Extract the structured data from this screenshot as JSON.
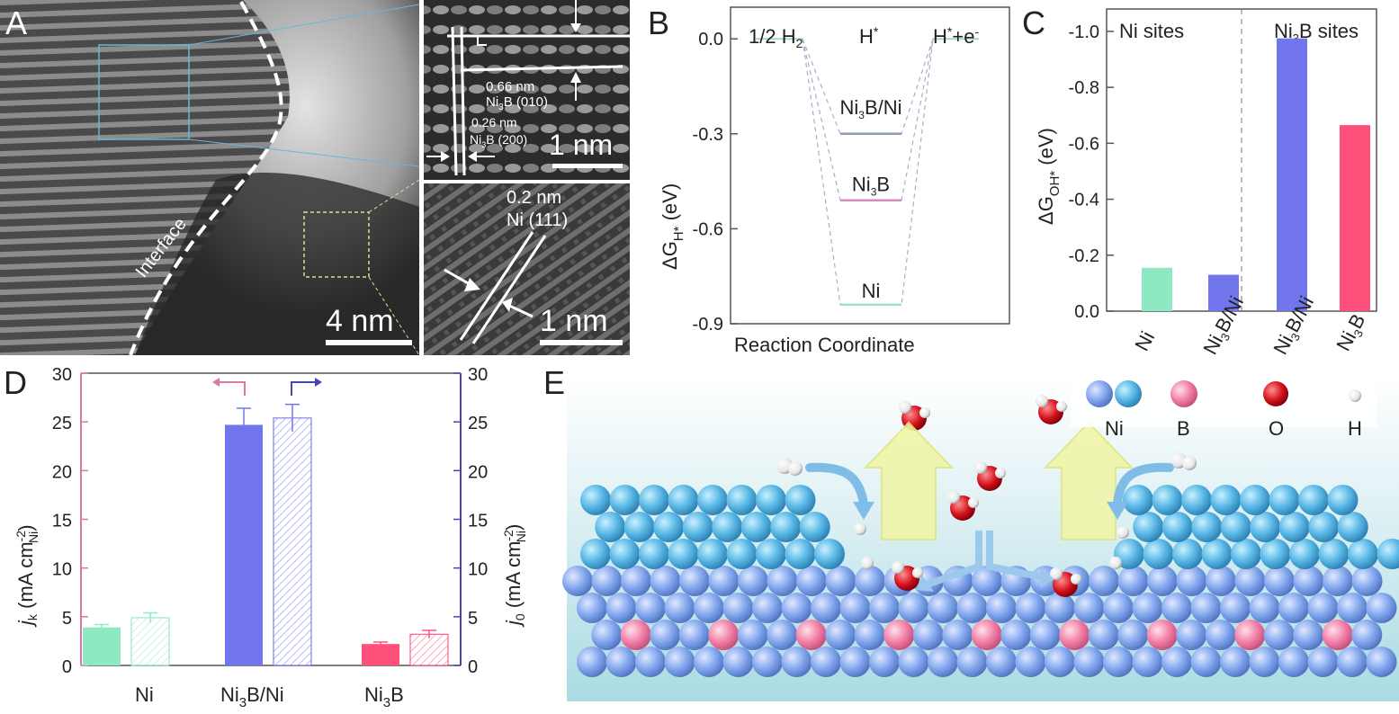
{
  "panel_labels": {
    "A": "A",
    "B": "B",
    "C": "C",
    "D": "D",
    "E": "E"
  },
  "panel_a": {
    "interface_label": "Interface",
    "scale_main": "4 nm",
    "scale_top": "1 nm",
    "scale_bottom": "1 nm",
    "d1": "0.66 nm",
    "d1_plane": "(010)",
    "d2": "0.26 nm",
    "d2_plane": "(200)",
    "d3": "0.2 nm",
    "d3_plane": "Ni (111)",
    "phase": "Ni₃B"
  },
  "chart_data": [
    {
      "panel": "B",
      "type": "line",
      "ylabel": "ΔG",
      "ylabel_sub": "H*",
      "ylabel_unit": " (eV)",
      "xlabel": "Reaction Coordinate",
      "ylim": [
        -0.9,
        0.1
      ],
      "yticks": [
        "0.0",
        "-0.3",
        "-0.6",
        "-0.9"
      ],
      "stage_labels": {
        "initial": "1/2 H",
        "initial_sub": "2",
        "middle": "H",
        "middle_sup": "*",
        "final": "H",
        "final_sup": "*",
        "final_tail": "+e",
        "final_tail_sup": "-"
      },
      "series": [
        {
          "name": "Ni₃B/Ni",
          "values": [
            0.0,
            -0.3,
            0.0
          ],
          "color": "#8e9bb6"
        },
        {
          "name": "Ni₃B",
          "values": [
            0.0,
            -0.51,
            0.0
          ],
          "color": "#d68bb8"
        },
        {
          "name": "Ni",
          "values": [
            0.0,
            -0.84,
            0.0
          ],
          "color": "#9fe0cf"
        }
      ]
    },
    {
      "panel": "C",
      "type": "bar",
      "ylabel": "ΔG",
      "ylabel_sub": "OH*",
      "ylabel_unit": " (eV)",
      "ylim": [
        0.0,
        -1.08
      ],
      "yticks": [
        "0.0",
        "-0.2",
        "-0.4",
        "-0.6",
        "-0.8",
        "-1.0"
      ],
      "region_labels": [
        "Ni sites",
        "Ni₃B sites"
      ],
      "categories": [
        "Ni",
        "Ni₃B/Ni",
        "Ni₃B/Ni",
        "Ni₃B"
      ],
      "values": [
        -0.155,
        -0.13,
        -0.975,
        -0.665
      ],
      "colors": [
        "#8ee8c2",
        "#7176ec",
        "#7176ec",
        "#ff507c"
      ]
    },
    {
      "panel": "D",
      "type": "bar",
      "ylabel_left": "jk (mA cm⁻²Ni)",
      "ylabel_right": "j0 (mA cm⁻²Ni)",
      "ylim": [
        0,
        30
      ],
      "yticks": [
        "0",
        "5",
        "10",
        "15",
        "20",
        "25",
        "30"
      ],
      "categories": [
        "Ni",
        "Ni₃B/Ni",
        "Ni₃B"
      ],
      "series": [
        {
          "name": "jk",
          "values": [
            3.9,
            24.7,
            2.2
          ],
          "errors": [
            0.3,
            1.7,
            0.2
          ],
          "axis": "left"
        },
        {
          "name": "j0",
          "values": [
            4.9,
            25.4,
            3.2
          ],
          "errors": [
            0.5,
            1.4,
            0.4
          ],
          "axis": "right"
        }
      ],
      "colors": [
        "#8ee8c2",
        "#7176ec",
        "#ff507c"
      ],
      "left_axis_color": "#d87aa6",
      "right_axis_color": "#4646b2"
    }
  ],
  "panel_e": {
    "legend": [
      "Ni",
      "B",
      "O",
      "H"
    ],
    "colors": {
      "ni_top": "#5ab8e6",
      "ni_bulk": "#84a8ee",
      "b": "#f07aa3",
      "o": "#d4101a",
      "h": "#ececec",
      "arrow": "#e8f090"
    }
  }
}
